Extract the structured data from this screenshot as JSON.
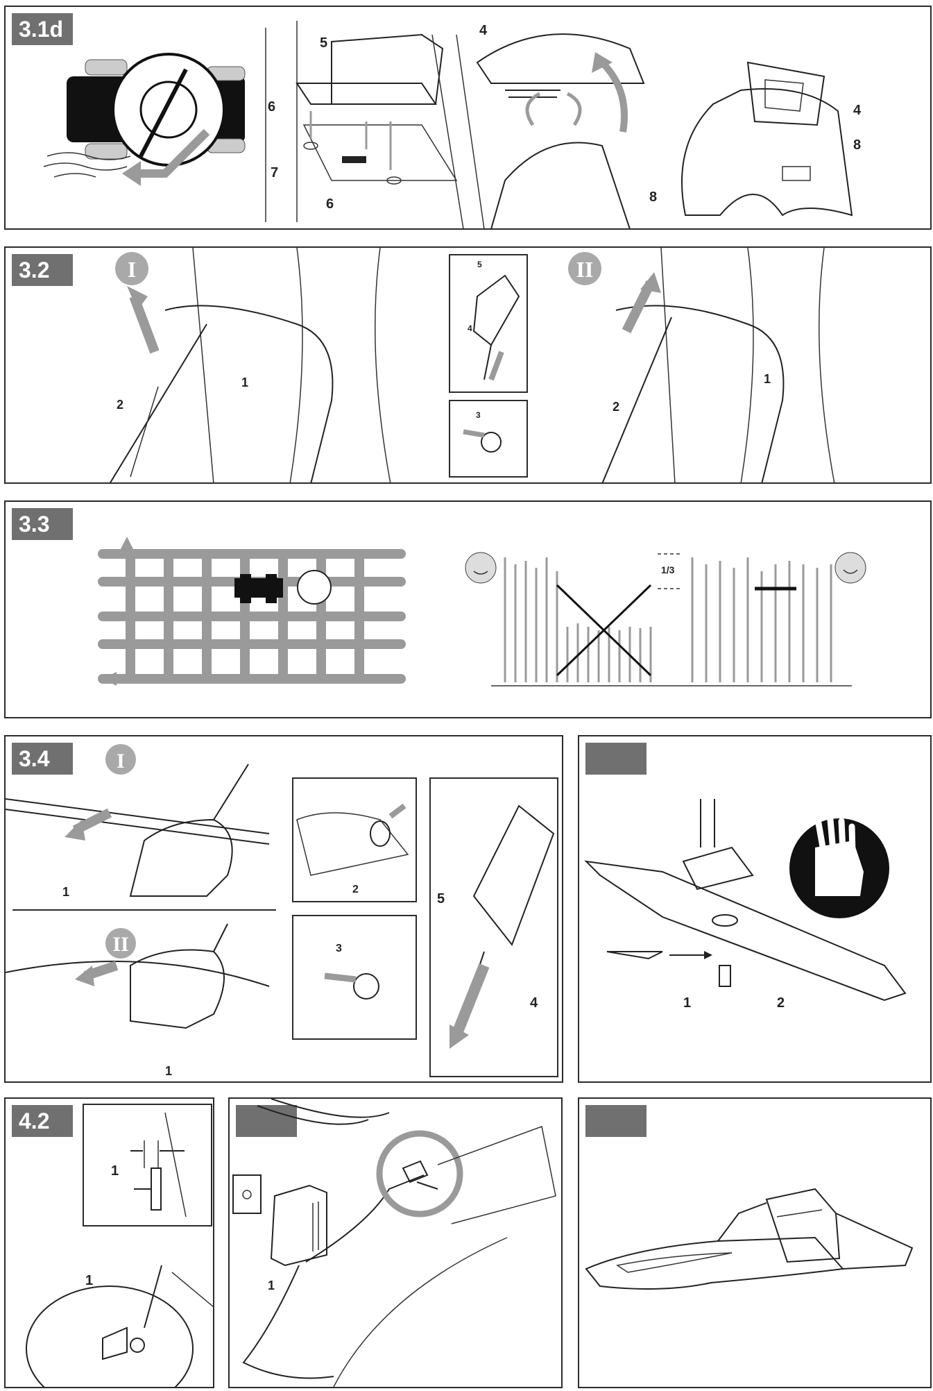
{
  "sections": {
    "s31d": {
      "tag": "3.1d",
      "labels": [
        "5",
        "6",
        "7",
        "6",
        "4",
        "8",
        "4",
        "8"
      ]
    },
    "s32": {
      "tag": "3.2",
      "step1": "I",
      "step2": "II",
      "labels_left": [
        "2",
        "1"
      ],
      "labels_inset": [
        "5",
        "4",
        "3"
      ],
      "labels_right": [
        "2",
        "1"
      ]
    },
    "s33": {
      "tag": "3.3",
      "fraction": "1/3"
    },
    "s34": {
      "tag": "3.4",
      "step1": "I",
      "step2": "II",
      "labels": [
        "1",
        "2",
        "1",
        "3",
        "5",
        "4"
      ]
    },
    "s41": {
      "tag": "",
      "labels": [
        "1",
        "2"
      ]
    },
    "s42": {
      "tag": "4.2",
      "labels": [
        "1",
        "1"
      ]
    },
    "s43": {
      "tag": "",
      "labels": [
        "1"
      ]
    },
    "s44": {
      "tag": ""
    }
  },
  "colors": {
    "tag_bg": "#707070",
    "border": "#2b2b2b",
    "arrow": "#9a9a9a",
    "ink": "#222222"
  }
}
